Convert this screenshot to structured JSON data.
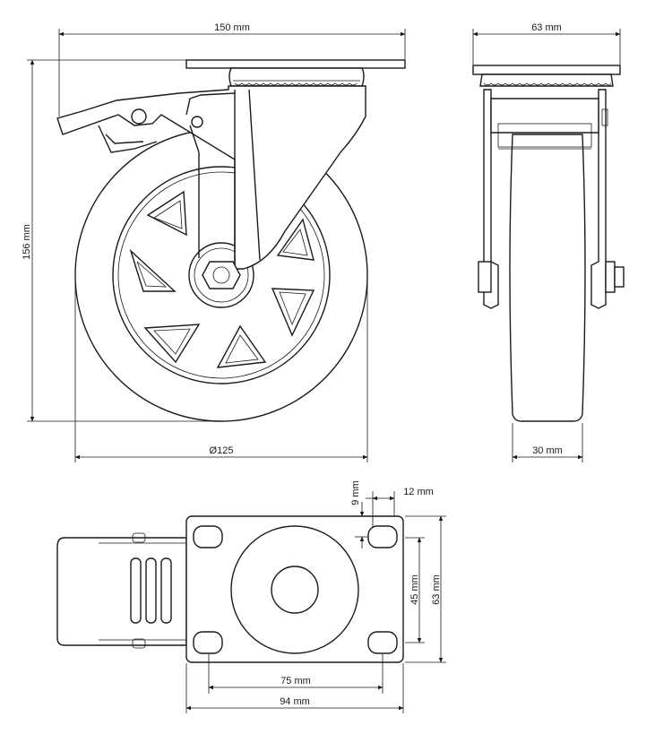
{
  "labels": {
    "top_width": "150 mm",
    "height": "156 mm",
    "wheel_diameter": "Ø125",
    "side_plate_width": "63 mm",
    "wheel_width": "30 mm",
    "hole_offset_y": "9 mm",
    "hole_offset_x": "12 mm",
    "hole_spacing_short": "45 mm",
    "plate_short": "63 mm",
    "hole_spacing_long": "75 mm",
    "plate_long": "94 mm"
  }
}
